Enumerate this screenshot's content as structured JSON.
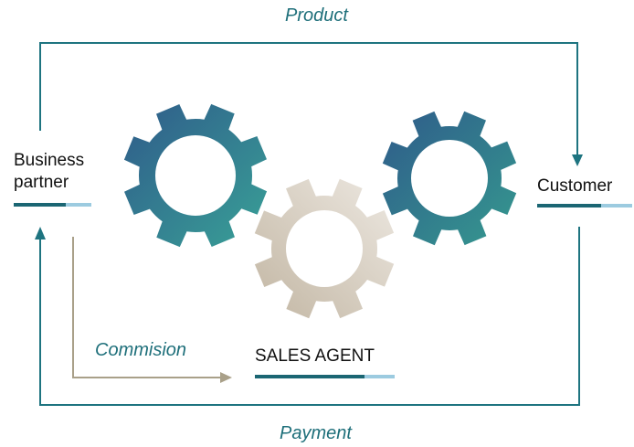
{
  "flows": {
    "product": "Product",
    "commission": "Commision",
    "payment": "Payment"
  },
  "nodes": {
    "business_partner_line1": "Business",
    "business_partner_line2": "partner",
    "customer": "Customer",
    "sales_agent": "SALES AGENT"
  },
  "colors": {
    "teal_dark": "#1b6673",
    "teal_arrow": "#1e7480",
    "light_blue": "#9ccbe0",
    "commission_arrow": "#a9a089",
    "gear_blue_start": "#2f5b8a",
    "gear_blue_end": "#39a197",
    "gear_beige_start": "#c7bba9",
    "gear_beige_end": "#ebe6df"
  }
}
